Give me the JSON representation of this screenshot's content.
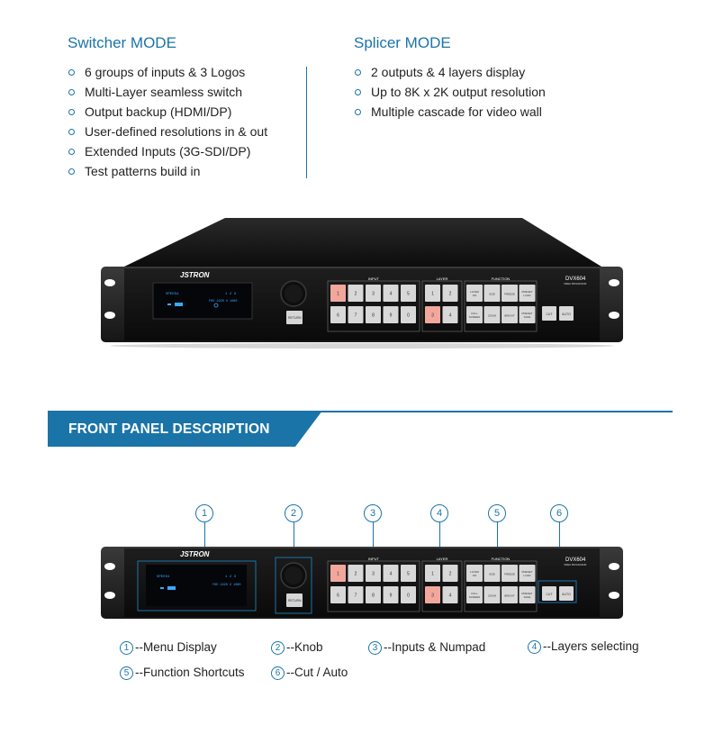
{
  "switcher": {
    "title": "Switcher MODE",
    "items": [
      "6 groups of inputs & 3 Logos",
      "Multi-Layer seamless switch",
      "Output backup (HDMI/DP)",
      "User-defined resolutions in & out",
      "Extended Inputs (3G-SDI/DP)",
      "Test patterns build in"
    ]
  },
  "splicer": {
    "title": "Splicer MODE",
    "items": [
      "2 outputs & 4 layers display",
      "Up to 8K x 2K output resolution",
      "Multiple cascade for video wall"
    ]
  },
  "device": {
    "brand": "JSTRON",
    "model": "DVX604",
    "model_sub": "VIDEO PROCESSOR",
    "screen_left": "SPEED4",
    "screen_right": "1 2 3",
    "screen_res": "FHD 1920 X 1080",
    "return_label": "RETURN",
    "input_label": "INPUT",
    "layer_label": "LAYER",
    "function_label": "FUNCTION",
    "input_keys": [
      "1",
      "2",
      "3",
      "4",
      "5",
      "6",
      "7",
      "8",
      "9",
      "0"
    ],
    "layer_keys": [
      "1",
      "2",
      "3",
      "4"
    ],
    "function_keys": [
      "LAYER ON",
      "SIZE",
      "FREEZE",
      "PRESET LOAD",
      "FULL SCREEN",
      "ZOOM",
      "BRIGHT",
      "PRESET SAVE"
    ],
    "cut_label": "CUT",
    "auto_label": "AUTO"
  },
  "banner": {
    "title": "FRONT PANEL DESCRIPTION"
  },
  "callouts": [
    "1",
    "2",
    "3",
    "4",
    "5",
    "6"
  ],
  "legend": [
    {
      "num": "1",
      "text": "--Menu Display"
    },
    {
      "num": "2",
      "text": "--Knob"
    },
    {
      "num": "3",
      "text": "--Inputs & Numpad"
    },
    {
      "num": "4",
      "text": "--Layers selecting"
    },
    {
      "num": "5",
      "text": "--Function Shortcuts"
    },
    {
      "num": "6",
      "text": "--Cut / Auto"
    }
  ],
  "colors": {
    "accent": "#1b74a8",
    "panel": "#111111",
    "key": "#d8d8d8",
    "key_active": "#f2a79d",
    "screen_text": "#3aa8ff"
  }
}
